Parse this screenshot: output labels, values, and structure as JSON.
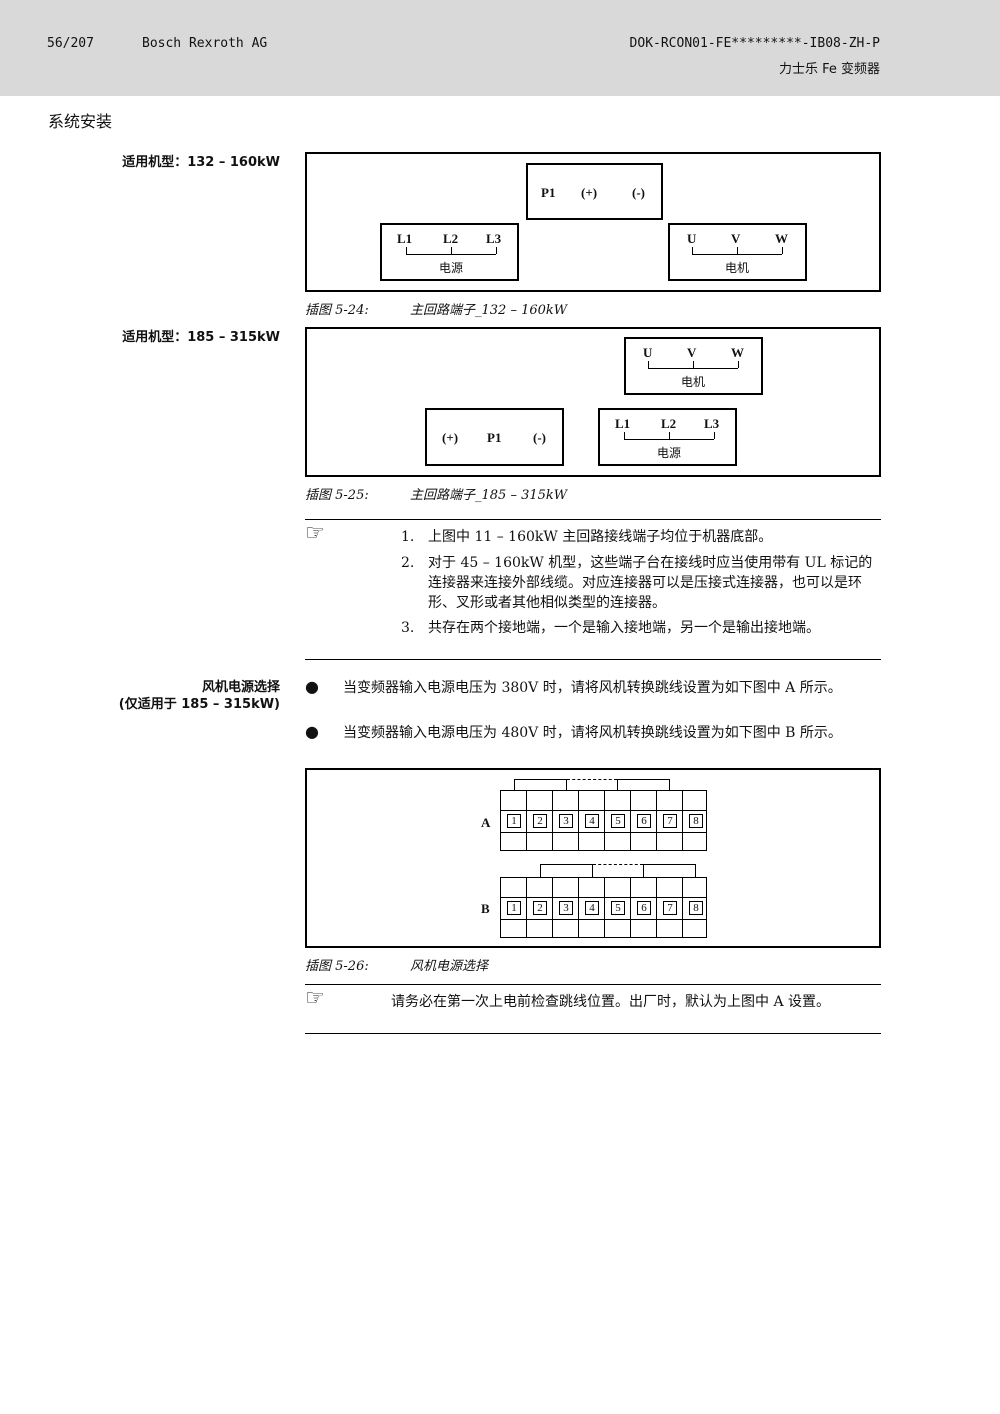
{
  "header": {
    "page_number": "56/207",
    "brand": "Bosch Rexroth AG",
    "doc_id": "DOK-RCON01-FE*********-IB08-ZH-P",
    "product": "力士乐 Fe 变频器"
  },
  "section_title": "系统安装",
  "fig24": {
    "side_label": "适用机型：132 – 160kW",
    "dc_terms": [
      "P1",
      "(+)",
      "(-)"
    ],
    "power_terms": [
      "L1",
      "L2",
      "L3"
    ],
    "power_label": "电源",
    "motor_terms": [
      "U",
      "V",
      "W"
    ],
    "motor_label": "电机",
    "caption_num": "插图 5-24:",
    "caption_text": "主回路端子_132 – 160kW"
  },
  "fig25": {
    "side_label": "适用机型：185 – 315kW",
    "motor_terms": [
      "U",
      "V",
      "W"
    ],
    "motor_label": "电机",
    "dc_terms": [
      "(+)",
      "P1",
      "(-)"
    ],
    "power_terms": [
      "L1",
      "L2",
      "L3"
    ],
    "power_label": "电源",
    "caption_num": "插图 5-25:",
    "caption_text": "主回路端子_185 – 315kW"
  },
  "note1": {
    "icon": "☞",
    "items": [
      {
        "num": "1.",
        "text": "上图中 11 – 160kW 主回路接线端子均位于机器底部。"
      },
      {
        "num": "2.",
        "text": "对于 45 – 160kW 机型，这些端子台在接线时应当使用带有 UL 标记的连接器来连接外部线缆。对应连接器可以是压接式连接器，也可以是环形、叉形或者其他相似类型的连接器。"
      },
      {
        "num": "3.",
        "text": "共存在两个接地端，一个是输入接地端，另一个是输出接地端。"
      }
    ]
  },
  "fan": {
    "side_label_1": "风机电源选择",
    "side_label_2": "(仅适用于 185 – 315kW)",
    "bullets": [
      "当变频器输入电源电压为 380V 时，请将风机转换跳线设置为如下图中 A 所示。",
      "当变频器输入电源电压为 480V 时，请将风机转换跳线设置为如下图中 B 所示。"
    ],
    "row_a": "A",
    "row_b": "B",
    "pins": [
      "1",
      "2",
      "3",
      "4",
      "5",
      "6",
      "7",
      "8"
    ],
    "caption_num": "插图 5-26:",
    "caption_text": "风机电源选择"
  },
  "note2": {
    "icon": "☞",
    "text": "请务必在第一次上电前检查跳线位置。出厂时，默认为上图中 A 设置。"
  }
}
